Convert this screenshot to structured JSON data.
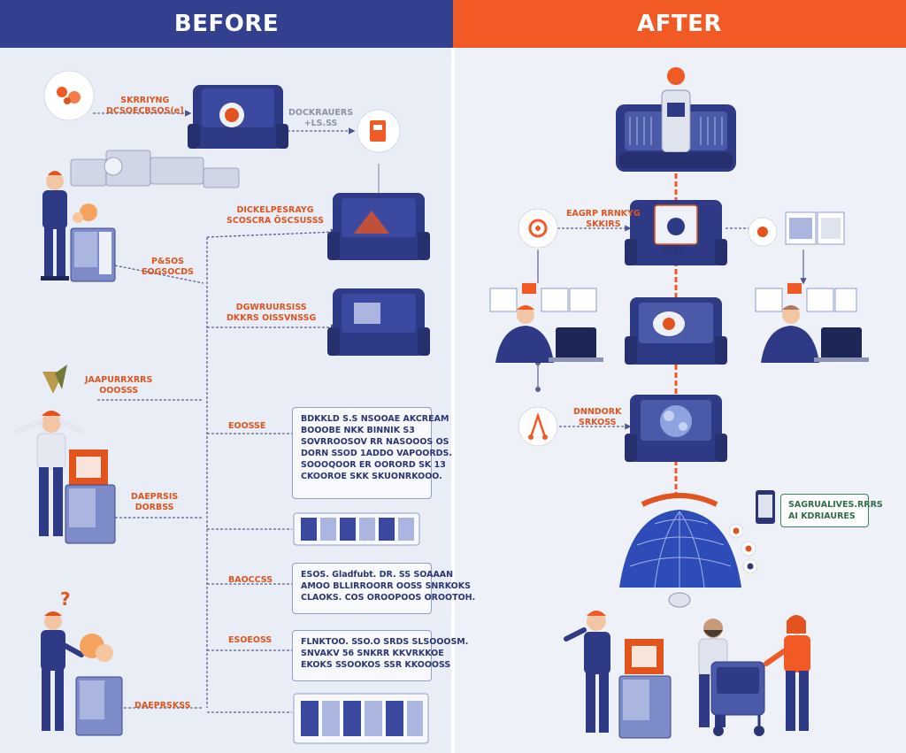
{
  "headers": {
    "before": "BEFORE",
    "after": "AFTER"
  },
  "colors": {
    "navy": "#33408f",
    "orange": "#f15a24",
    "green": "#2f8a5b"
  },
  "before": {
    "label_top_1": "SKRRIYNG\nDCSOECBSOS(e]",
    "label_top_2": "DOCKRAUERS\n+LS.SS",
    "label_1": "DICKELPESRAYG\nSCOSCRA ÖSCSUSSS",
    "label_2": "P&SOS\nEOGSOCDS",
    "label_3": "DGWRUURSISS\nDKKRS OISSVNSSG",
    "label_4": "JAAPURRXRRS\nOOOSSS",
    "label_5": "EOOSSE",
    "label_6": "DAEPRSIS\nDORBSS",
    "label_7": "BAOCCSS",
    "label_8": "ESOEOSS",
    "label_9": "DAEPRSKSS",
    "textbox_1": "BDKKLD S.S NSOOAE AKCREAM\nBOOOBE NKK BINNIK S3\nSOVRROOSOV RR NASOOOS OS\nDORN SSOD 1ADDO VAPOORDS.\nSOOOQOOR ER OORORD SK 13\nCKOOROE SKK SKUONRKOOO.",
    "textbox_2": "ESOS. Gladfubt. DR. SS SOAAAN\nAMOO BLLIRROORR OOSS SNRKOKS\nCLAOKS. COS OROOPOOS OROOTOH.",
    "textbox_3": "FLNKTOO. SSO.O SRDS SLSOOOSM.\nSNVAKV 56 SNKRR KKVRKKOE\nEKOKS SSOOKOS SSR KKOOOSS"
  },
  "after": {
    "label_1": "EAGRP RRNKYG\nSKKIRS",
    "label_2": "DNNDORK\nSRKOSS",
    "chip_label": "ESRK",
    "greenbox": "SAGRUALIVES.RRRS\nAI KDRIAURES"
  }
}
